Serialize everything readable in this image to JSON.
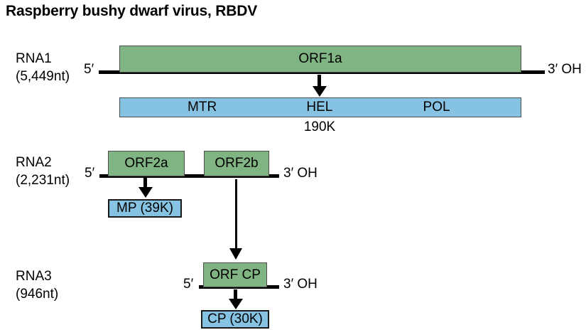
{
  "figure": {
    "title": "Raspberry bushy dwarf virus, RBDV",
    "colors": {
      "orf_green": "#80b482",
      "protein_blue": "#86c3e2",
      "line_black": "#000000",
      "box_border": "#4d4d4d"
    }
  },
  "segments": [
    {
      "id": "rna1",
      "name": "RNA1",
      "length": "(5,449nt)",
      "five_prime": "5′",
      "three_prime": "3′ OH",
      "orfs": [
        {
          "id": "orf1a",
          "label": "ORF1a"
        }
      ],
      "protein": {
        "id": "p190k",
        "domains": [
          "MTR",
          "HEL",
          "POL"
        ],
        "size_label": "190K"
      }
    },
    {
      "id": "rna2",
      "name": "RNA2",
      "length": "(2,231nt)",
      "five_prime": "5′",
      "three_prime": "3′ OH",
      "orfs": [
        {
          "id": "orf2a",
          "label": "ORF2a"
        },
        {
          "id": "orf2b",
          "label": "ORF2b"
        }
      ],
      "protein": {
        "id": "mp",
        "label": "MP (39K)"
      }
    },
    {
      "id": "rna3",
      "name": "RNA3",
      "length": "(946nt)",
      "five_prime": "5′",
      "three_prime": "3′ OH",
      "orfs": [
        {
          "id": "orfcp",
          "label": "ORF CP"
        }
      ],
      "protein": {
        "id": "cp",
        "label": "CP (30K)"
      }
    }
  ]
}
